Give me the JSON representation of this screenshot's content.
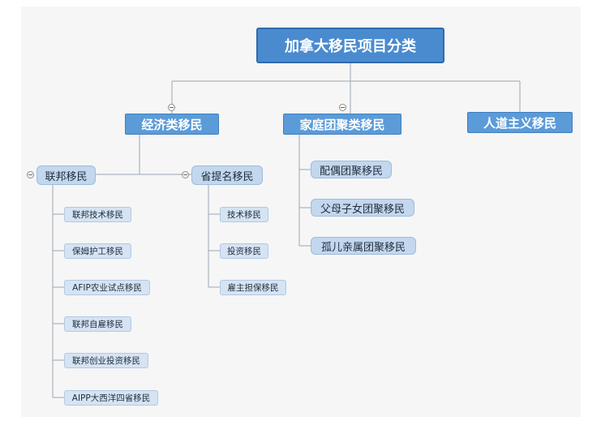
{
  "root": {
    "label": "加拿大移民项目分类"
  },
  "categories": {
    "economic": {
      "label": "经济类移民"
    },
    "family": {
      "label": "家庭团聚类移民"
    },
    "humanitarian": {
      "label": "人道主义移民"
    }
  },
  "federal": {
    "label": "联邦移民",
    "items": [
      "联邦技术移民",
      "保姆护工移民",
      "AFIP农业试点移民",
      "联邦自雇移民",
      "联邦创业投资移民",
      "AIPP大西洋四省移民"
    ]
  },
  "provincial": {
    "label": "省提名移民",
    "items": [
      "技术移民",
      "投资移民",
      "雇主担保移民"
    ]
  },
  "family_items": [
    "配偶团聚移民",
    "父母子女团聚移民",
    "孤儿亲属团聚移民"
  ],
  "colors": {
    "node_dark": "#5b9bd8",
    "node_mid": "#c3d7ee",
    "node_light": "#d5e3f3",
    "line": "#9aa6b2"
  }
}
